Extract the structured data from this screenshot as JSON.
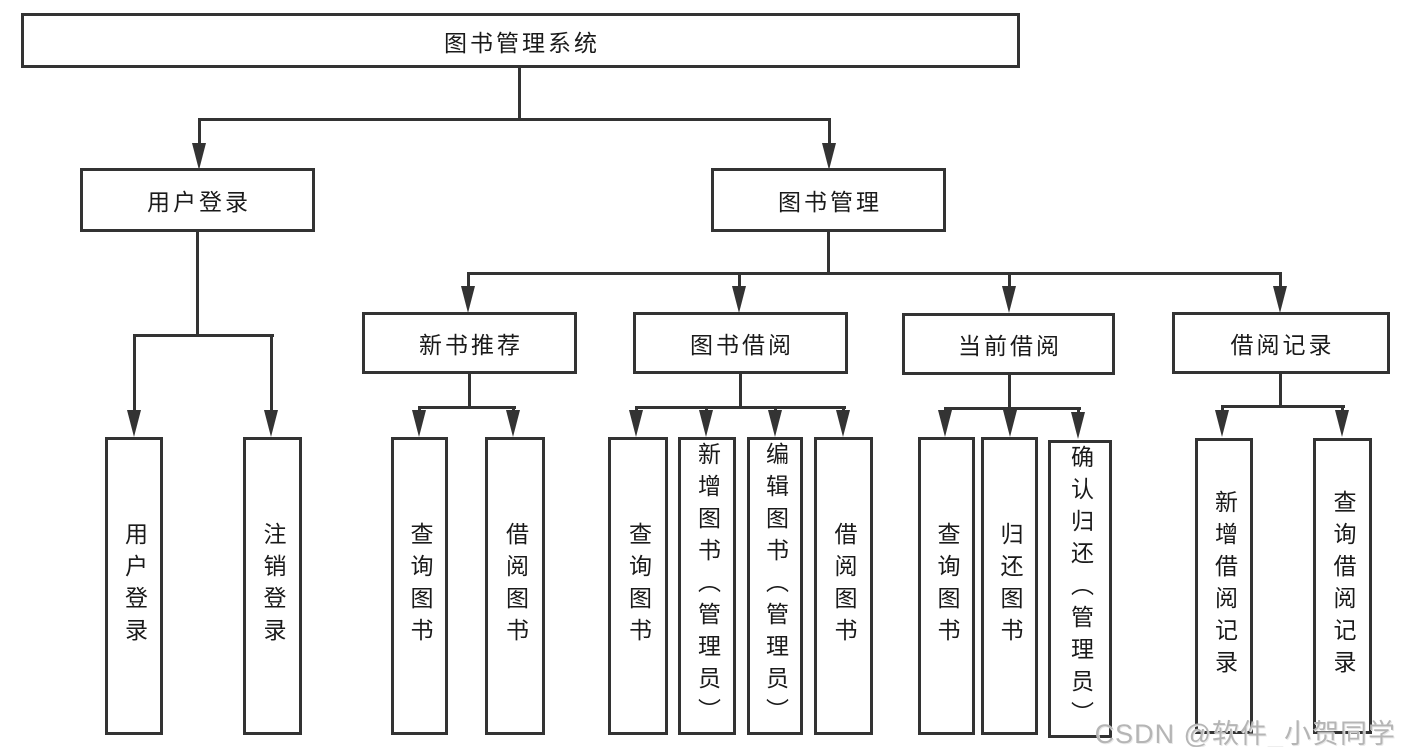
{
  "tree": {
    "label": "图书管理系统",
    "children": [
      {
        "label": "用户登录",
        "children": [
          {
            "label": "用户登录"
          },
          {
            "label": "注销登录"
          }
        ]
      },
      {
        "label": "图书管理",
        "children": [
          {
            "label": "新书推荐",
            "children": [
              {
                "label": "查询图书"
              },
              {
                "label": "借阅图书"
              }
            ]
          },
          {
            "label": "图书借阅",
            "children": [
              {
                "label": "查询图书"
              },
              {
                "label": "新增图书（管理员）"
              },
              {
                "label": "编辑图书（管理员）"
              },
              {
                "label": "借阅图书"
              }
            ]
          },
          {
            "label": "当前借阅",
            "children": [
              {
                "label": "查询图书"
              },
              {
                "label": "归还图书"
              },
              {
                "label": "确认归还（管理员）"
              }
            ]
          },
          {
            "label": "借阅记录",
            "children": [
              {
                "label": "新增借阅记录"
              },
              {
                "label": "查询借阅记录"
              }
            ]
          }
        ]
      }
    ]
  },
  "watermark": {
    "text": "CSDN @软件_小贺同学"
  },
  "colors": {
    "line": "#333333",
    "text": "#1a1a1a",
    "background": "#ffffff",
    "watermark": "#b5b5b5"
  }
}
